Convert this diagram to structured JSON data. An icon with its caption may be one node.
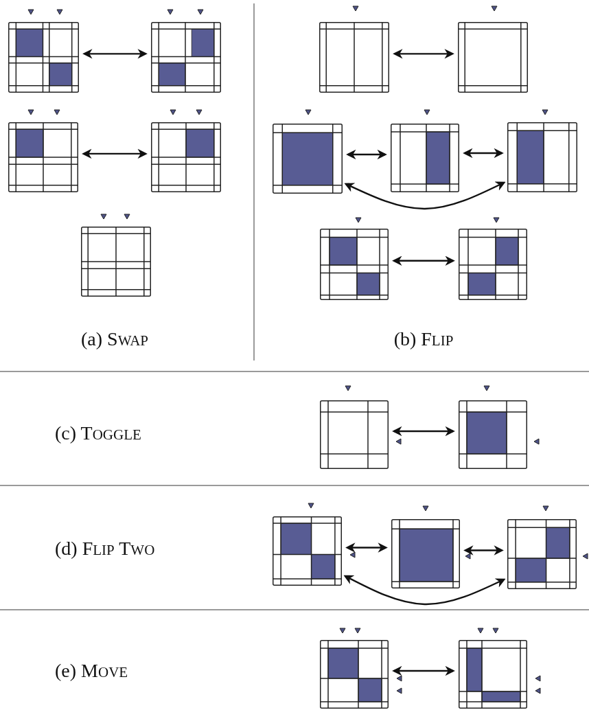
{
  "diagram": {
    "nodes": [
      {
        "text": [],
        "shape": "grid"
      },
      {
        "text": [],
        "shape": "grid"
      },
      {
        "text": [],
        "shape": "grid"
      },
      {
        "text": [],
        "shape": "grid"
      },
      {
        "text": [],
        "shape": "grid"
      },
      {
        "text": [],
        "shape": "grid"
      },
      {
        "text": [],
        "shape": "grid"
      },
      {
        "text": [],
        "shape": "grid"
      },
      {
        "text": [],
        "shape": "grid"
      },
      {
        "text": [],
        "shape": "grid"
      },
      {
        "text": [],
        "shape": "grid"
      },
      {
        "text": [],
        "shape": "grid"
      },
      {
        "text": [],
        "shape": "grid"
      },
      {
        "text": [],
        "shape": "grid"
      },
      {
        "text": [],
        "shape": "grid"
      },
      {
        "text": [],
        "shape": "grid"
      },
      {
        "text": [],
        "shape": "grid"
      },
      {
        "text": [],
        "shape": "grid"
      },
      {
        "text": [],
        "shape": "grid"
      }
    ],
    "edges": [
      {
        "from": 0,
        "to": 1,
        "arrow": "both"
      },
      {
        "from": 2,
        "to": 3,
        "arrow": "both"
      },
      {
        "from": 5,
        "to": 6,
        "arrow": "both"
      },
      {
        "from": 7,
        "to": 8,
        "arrow": "both"
      },
      {
        "from": 8,
        "to": 9,
        "arrow": "both"
      },
      {
        "from": 7,
        "to": 9,
        "arrow": "both"
      },
      {
        "from": 10,
        "to": 11,
        "arrow": "both"
      },
      {
        "from": 12,
        "to": 13,
        "arrow": "both"
      },
      {
        "from": 14,
        "to": 15,
        "arrow": "both"
      },
      {
        "from": 15,
        "to": 16,
        "arrow": "both"
      },
      {
        "from": 14,
        "to": 16,
        "arrow": "both"
      },
      {
        "from": 17,
        "to": 18,
        "arrow": "both"
      }
    ],
    "labels": [
      "(a) SWAP",
      "(b) FLIP",
      "(c) TOGGLE",
      "(d) FLIP TWO",
      "(e) MOVE"
    ]
  }
}
